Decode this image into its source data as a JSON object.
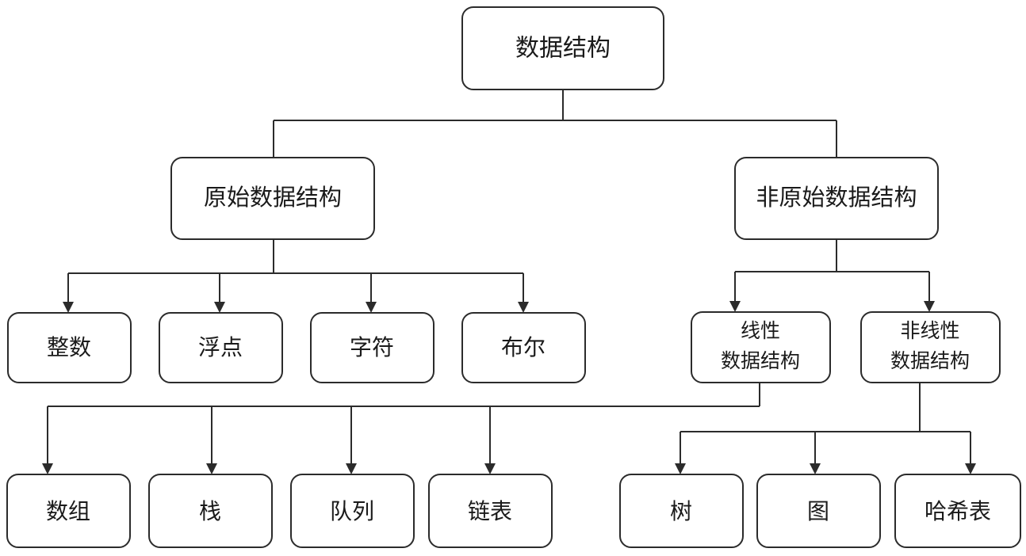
{
  "diagram": {
    "title": "数据结构",
    "orientation": "top-down-tree",
    "theme": {
      "background": "#ffffff",
      "box_fill": "#ffffff",
      "box_stroke": "#2b2b2b",
      "connector_stroke": "#2b2b2b",
      "text_color": "#1a1a1a"
    },
    "nodes": {
      "root": {
        "label": "数据结构"
      },
      "primitive": {
        "label": "原始数据结构"
      },
      "nonprimitive": {
        "label": "非原始数据结构"
      },
      "integer": {
        "label": "整数"
      },
      "float": {
        "label": "浮点"
      },
      "character": {
        "label": "字符"
      },
      "boolean": {
        "label": "布尔"
      },
      "linear": {
        "line1": "线性",
        "line2": "数据结构"
      },
      "nonlinear": {
        "line1": "非线性",
        "line2": "数据结构"
      },
      "array": {
        "label": "数组"
      },
      "stack": {
        "label": "栈"
      },
      "queue": {
        "label": "队列"
      },
      "linkedlist": {
        "label": "链表"
      },
      "tree": {
        "label": "树"
      },
      "graph": {
        "label": "图"
      },
      "hashtable": {
        "label": "哈希表"
      }
    },
    "edges": [
      {
        "from": "root",
        "to": "primitive"
      },
      {
        "from": "root",
        "to": "nonprimitive"
      },
      {
        "from": "primitive",
        "to": "integer"
      },
      {
        "from": "primitive",
        "to": "float"
      },
      {
        "from": "primitive",
        "to": "character"
      },
      {
        "from": "primitive",
        "to": "boolean"
      },
      {
        "from": "nonprimitive",
        "to": "linear"
      },
      {
        "from": "nonprimitive",
        "to": "nonlinear"
      },
      {
        "from": "linear",
        "to": "array"
      },
      {
        "from": "linear",
        "to": "stack"
      },
      {
        "from": "linear",
        "to": "queue"
      },
      {
        "from": "linear",
        "to": "linkedlist"
      },
      {
        "from": "nonlinear",
        "to": "tree"
      },
      {
        "from": "nonlinear",
        "to": "graph"
      },
      {
        "from": "nonlinear",
        "to": "hashtable"
      }
    ]
  }
}
